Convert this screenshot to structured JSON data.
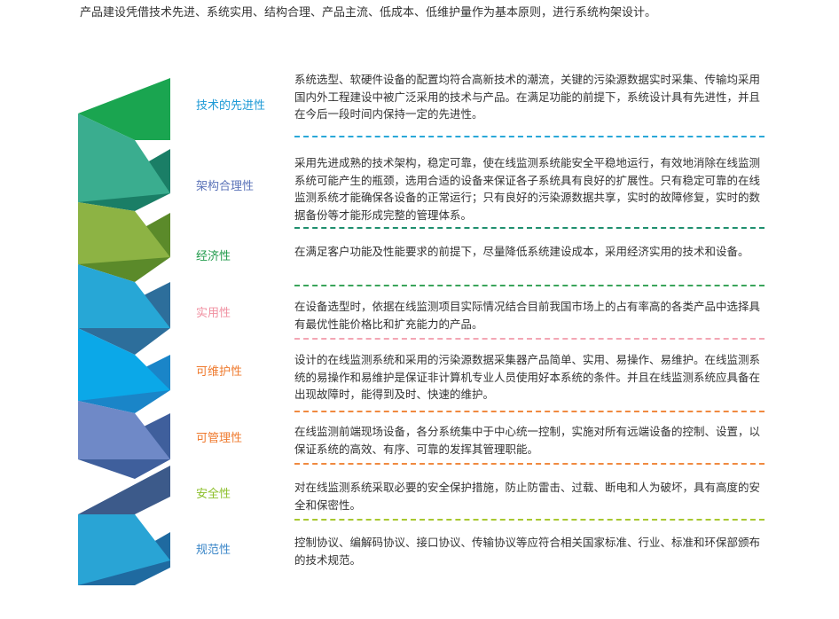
{
  "intro": "产品建设凭借技术先进、系统实用、结构合理、产品主流、低成本、低维护量作为基本原则，进行系统构架设计。",
  "principles": [
    {
      "label": "技术的先进性",
      "label_color": "#1e9ad6",
      "divider_color": "#2aa8d8",
      "text": "系统选型、软硬件设备的配置均符合高新技术的潮流，关键的污染源数据实时采集、传输均采用国内外工程建设中被广泛采用的技术与产品。在满足功能的前提下，系统设计具有先进性，并且在今后一段时间内保持一定的先进性。"
    },
    {
      "label": "架构合理性",
      "label_color": "#5b73b8",
      "divider_color": "#1f8f6e",
      "text": "采用先进成熟的技术架构，稳定可靠，使在线监测系统能安全平稳地运行，有效地消除在线监测系统可能产生的瓶颈，选用合适的设备来保证各子系统具有良好的扩展性。只有稳定可靠的在线监测系统才能确保各设备的正常运行；只有良好的污染源数据共享，实时的故障修复，实时的数据备份等才能形成完整的管理体系。"
    },
    {
      "label": "经济性",
      "label_color": "#1f9a4a",
      "divider_color": "#3aa45a",
      "text": "在满足客户功能及性能要求的前提下，尽量降低系统建设成本，采用经济实用的技术和设备。"
    },
    {
      "label": "实用性",
      "label_color": "#f08fa0",
      "divider_color": "#f3a6b4",
      "text": "在设备选型时，依据在线监测项目实际情况结合目前我国市场上的占有率高的各类产品中选择具有最优性能价格比和扩充能力的产品。"
    },
    {
      "label": "可维护性",
      "label_color": "#ef7a2e",
      "divider_color": "#f08a40",
      "text": "设计的在线监测系统和采用的污染源数据采集器产品简单、实用、易操作、易维护。在线监测系统的易操作和易维护是保证非计算机专业人员使用好本系统的条件。并且在线监测系统应具备在出现故障时，能得到及时、快速的维护。"
    },
    {
      "label": "可管理性",
      "label_color": "#ef7a2e",
      "divider_color": "#f08a40",
      "text": "在线监测前端现场设备，各分系统集中于中心统一控制，实施对所有远端设备的控制、设置，以保证系统的高效、有序、可靠的发挥其管理职能。"
    },
    {
      "label": "安全性",
      "label_color": "#8cbf2a",
      "divider_color": "#a8c830",
      "text": "对在线监测系统采取必要的安全保护措施，防止防雷击、过载、断电和人为破坏，具有高度的安全和保密性。"
    },
    {
      "label": "规范性",
      "label_color": "#3a86c8",
      "divider_color": "",
      "text": "控制协议、编解码协议、接口协议、传输协议等应符合相关国家标准、行业、标准和环保部颁布的技术规范。"
    }
  ],
  "ribbon_colors": {
    "front": [
      "#1aa550",
      "#3aad8f",
      "#8db344",
      "#27a7d6",
      "#0ba8e8",
      "#6f89c7",
      "#29a4d5"
    ],
    "back": [
      "#1a7e66",
      "#5b8a2a",
      "#2d6e9b",
      "#1a85c8",
      "#3f5f9c",
      "#3c5a8a",
      "#1f6aa0"
    ]
  }
}
